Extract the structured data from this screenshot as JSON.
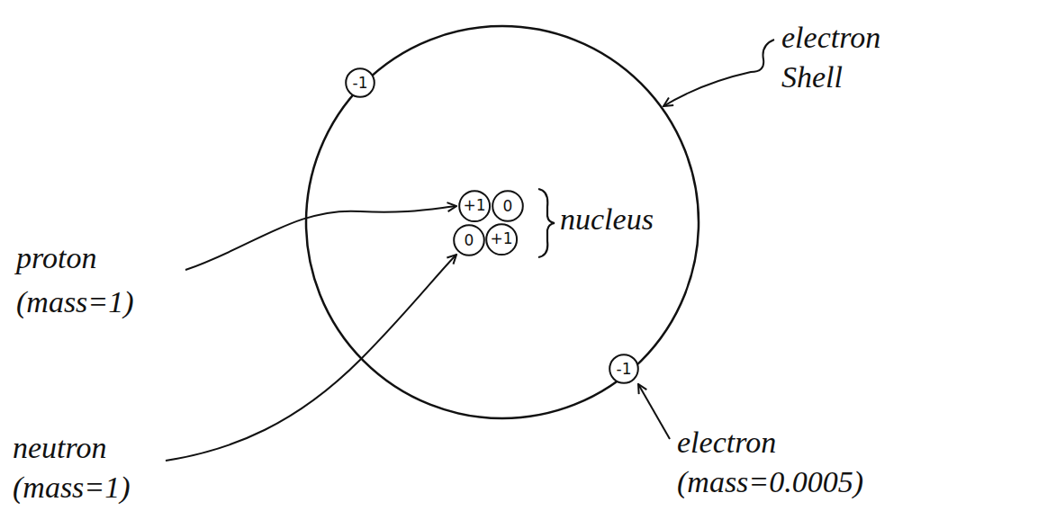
{
  "diagram": {
    "nodes": [
      {
        "text": [
          "-1"
        ]
      },
      {
        "text": [
          "+1"
        ]
      },
      {
        "text": [
          "0"
        ]
      },
      {
        "text": [
          "0"
        ]
      },
      {
        "text": [
          "+1"
        ]
      },
      {
        "text": [
          "-1"
        ]
      }
    ],
    "labels": [
      "electron Shell",
      "nucleus",
      "proton (mass=1)",
      "neutron (mass=1)",
      "electron (mass=0.0005)"
    ]
  }
}
